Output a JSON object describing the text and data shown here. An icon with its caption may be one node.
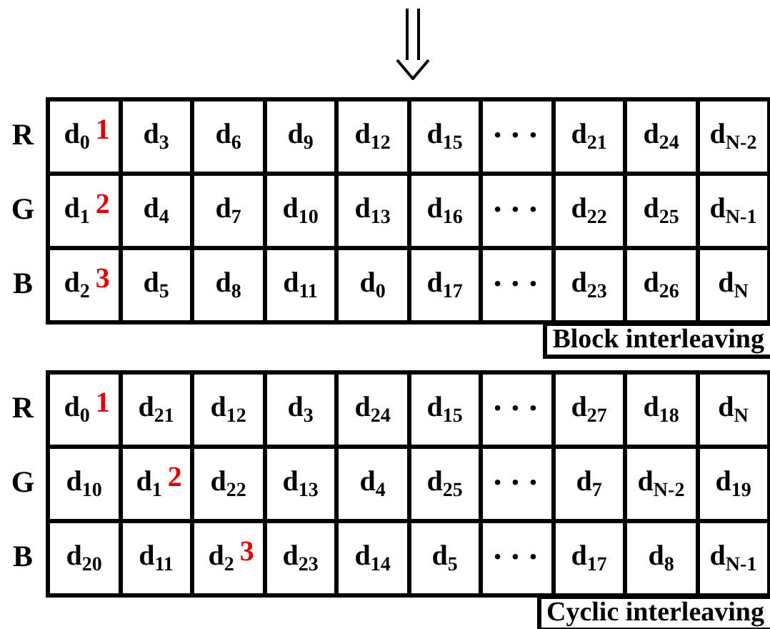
{
  "diagram": {
    "labels": [
      "R",
      "d$_{0}$",
      "1",
      "d$_{3}$",
      "d$_{6}$",
      "d$_{9}$",
      "d$_{12}$",
      "d$_{15}$",
      "• • •",
      "d$_{21}$",
      "d$_{24}$",
      "d$_{N-2}$",
      "G",
      "d$_{1}$",
      "2",
      "d$_{4}$",
      "d$_{7}$",
      "d$_{10}$",
      "d$_{13}$",
      "d$_{16}$",
      "• • •",
      "d$_{22}$",
      "d$_{25}$",
      "d$_{N-1}$",
      "B",
      "d$_{2}$",
      "3",
      "d$_{5}$",
      "d$_{8}$",
      "d$_{11}$",
      "d$_{0}$",
      "d$_{17}$",
      "• • •",
      "d$_{23}$",
      "d$_{26}$",
      "d$_{N}$",
      "Block interleaving",
      "R",
      "d$_{0}$",
      "1",
      "d$_{21}$",
      "d$_{12}$",
      "d$_{3}$",
      "d$_{24}$",
      "d$_{15}$",
      "• • •",
      "d$_{27}$",
      "d$_{18}$",
      "d$_{N}$",
      "G",
      "d$_{10}$",
      "d$_{1}$",
      "2",
      "d$_{22}$",
      "d$_{13}$",
      "d$_{4}$",
      "d$_{25}$",
      "• • •",
      "d$_{7}$",
      "d$_{N-2}$",
      "d$_{19}$",
      "B",
      "d$_{20}$",
      "d$_{11}$",
      "d$_{2}$",
      "3",
      "d$_{23}$",
      "d$_{14}$",
      "d$_{5}$",
      "• • •",
      "d$_{17}$",
      "d$_{8}$",
      "d$_{N-1}$",
      "Cyclic interleaving"
    ]
  }
}
